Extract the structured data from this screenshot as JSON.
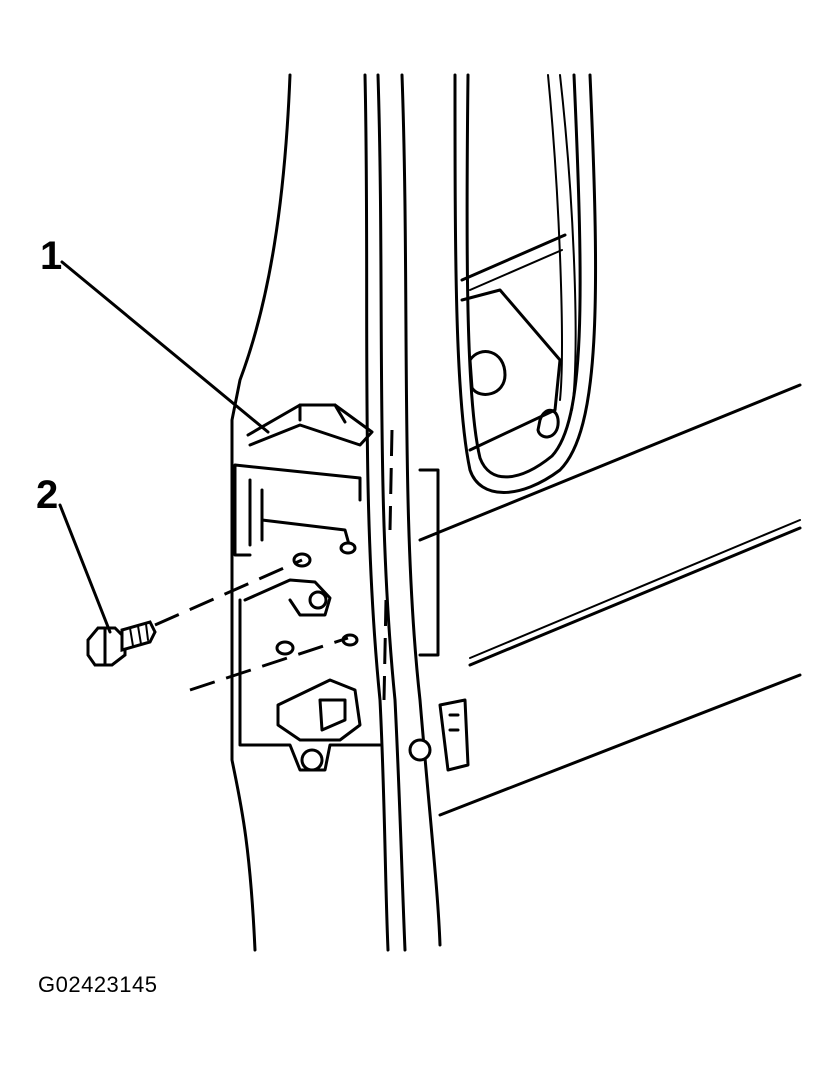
{
  "figure": {
    "figure_id": "G02423145",
    "callouts": [
      {
        "label": "1",
        "part": "striker-bracket"
      },
      {
        "label": "2",
        "part": "bolt"
      }
    ]
  }
}
